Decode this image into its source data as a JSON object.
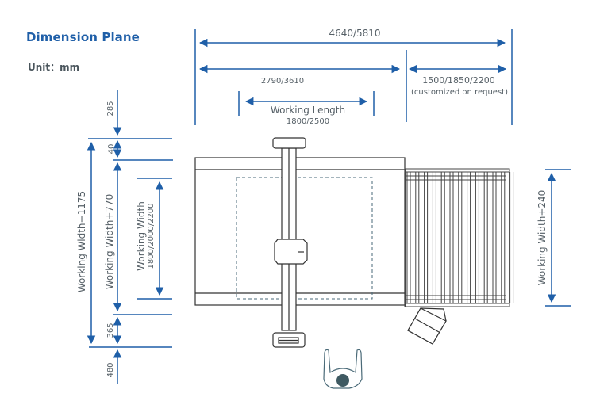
{
  "header": {
    "title": "Dimension Plane",
    "unit": "Unit：mm"
  },
  "colors": {
    "accent": "#1f5fa8",
    "text": "#555f66",
    "machine_line": "#333333"
  },
  "dimensions": {
    "overall_length": "4640/5810",
    "bed_length": "2790/3610",
    "conveyor_length": "1500/1850/2200",
    "conveyor_note": "(customized on request)",
    "working_length_label": "Working Length",
    "working_length_value": "1800/2500",
    "top_clearance": "285",
    "top_rail": "40",
    "total_width": "Working Width+1175",
    "bed_width": "Working Width+770",
    "working_width_label": "Working Width",
    "working_width_value": "1800/2000/2200",
    "bottom_rail": "365",
    "bottom_clearance": "480",
    "conveyor_width": "Working Width+240"
  },
  "icons": {
    "operator": "operator-seat-icon",
    "control_panel": "control-panel-icon"
  }
}
